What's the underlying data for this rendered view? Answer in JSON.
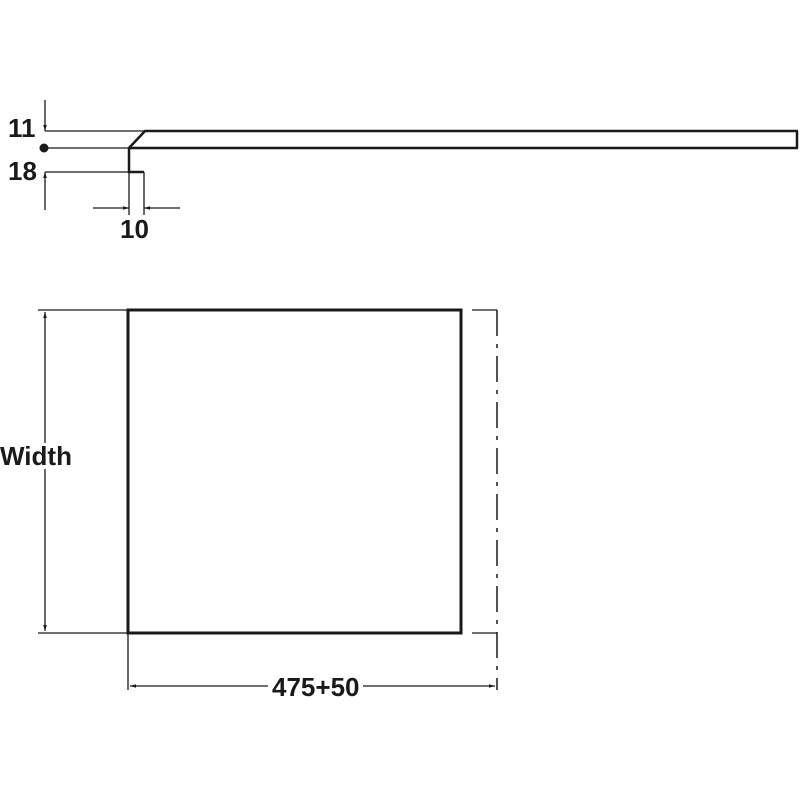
{
  "profile_view": {
    "dim_top_thickness": "11",
    "dim_total_height": "18",
    "dim_lip_width": "10"
  },
  "plan_view": {
    "dim_width": "Width",
    "dim_depth": "475+50"
  },
  "colors": {
    "line": "#1a1a1a",
    "background": "#ffffff"
  }
}
